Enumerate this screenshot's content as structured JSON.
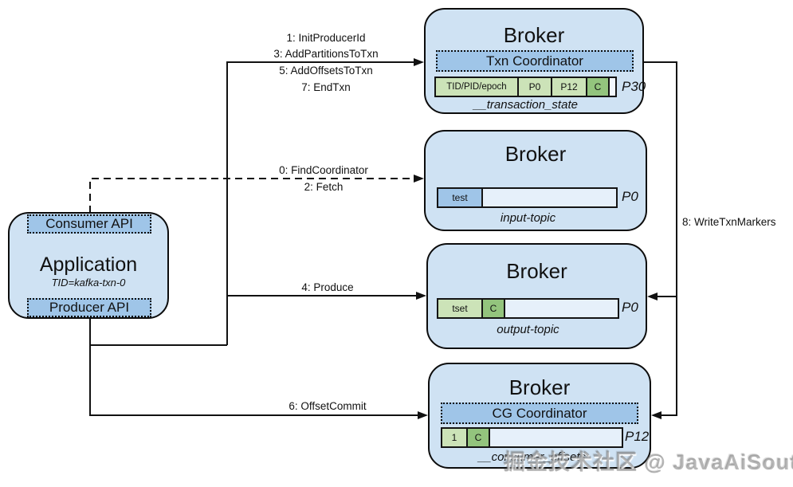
{
  "colors": {
    "box_fill": "#cfe2f3",
    "panel_fill": "#9fc5e8",
    "cell_green": "#cce3b8",
    "cell_green_dark": "#93c47d",
    "cell_empty": "#e6f0fa",
    "cell_light": "#f2f7fd",
    "line": "#111111"
  },
  "application": {
    "consumer_api": "Consumer API",
    "title": "Application",
    "tid": "TID=kafka-txn-0",
    "producer_api": "Producer API"
  },
  "brokers": [
    {
      "title": "Broker",
      "coordinator": "Txn Coordinator",
      "partition": "P30",
      "topic": "__transaction_state",
      "cells": [
        {
          "label": "TID/PID/epoch"
        },
        {
          "label": "P0"
        },
        {
          "label": "P12"
        },
        {
          "label": "C"
        },
        {
          "label": ""
        }
      ]
    },
    {
      "title": "Broker",
      "partition": "P0",
      "topic": "input-topic",
      "cells": [
        {
          "label": "test"
        },
        {
          "label": ""
        }
      ]
    },
    {
      "title": "Broker",
      "partition": "P0",
      "topic": "output-topic",
      "cells": [
        {
          "label": "tset"
        },
        {
          "label": "C"
        },
        {
          "label": ""
        }
      ]
    },
    {
      "title": "Broker",
      "coordinator": "CG Coordinator",
      "partition": "P12",
      "topic": "__consumer_offsets",
      "cells": [
        {
          "label": "1"
        },
        {
          "label": "C"
        },
        {
          "label": ""
        }
      ]
    }
  ],
  "labels": {
    "init_producer_id": "1: InitProducerId",
    "add_partitions_to_txn": "3: AddPartitionsToTxn",
    "add_offsets_to_txn": "5: AddOffsetsToTxn",
    "end_txn": "7: EndTxn",
    "find_coordinator": "0: FindCoordinator",
    "fetch": "2: Fetch",
    "produce": "4: Produce",
    "offset_commit": "6: OffsetCommit",
    "write_txn_markers": "8: WriteTxnMarkers"
  },
  "watermark": "掘金技术社区 @ JavaAiSouth"
}
